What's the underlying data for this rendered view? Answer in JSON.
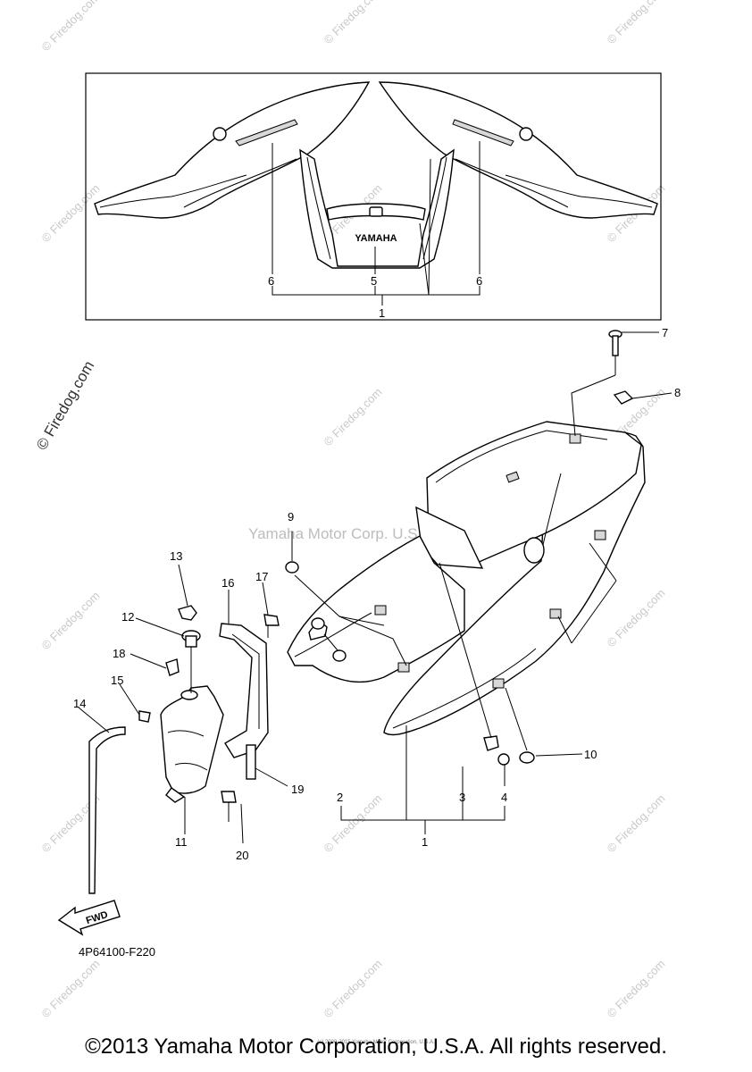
{
  "watermark": {
    "text": "© Firedog.com",
    "center_text": "Yamaha Motor Corp. U.S.A."
  },
  "diagram": {
    "code": "4P64100-F220",
    "fwd_label": "FWD",
    "emblem_text": "YAMAHA",
    "callouts": {
      "c1_top": "1",
      "c5": "5",
      "c6_left": "6",
      "c6_right": "6",
      "c7": "7",
      "c8": "8",
      "c9": "9",
      "c10": "10",
      "c11": "11",
      "c12": "12",
      "c13": "13",
      "c14": "14",
      "c15": "15",
      "c16": "16",
      "c17": "17",
      "c18": "18",
      "c19": "19",
      "c20": "20",
      "c2": "2",
      "c3": "3",
      "c4": "4",
      "c1_bottom": "1"
    }
  },
  "footer": {
    "copyright": "©2013 Yamaha Motor Corporation, U.S.A. All rights reserved.",
    "small_note": "(c) 2000-2015 Yamaha Motor Corporation, U.S.A."
  }
}
